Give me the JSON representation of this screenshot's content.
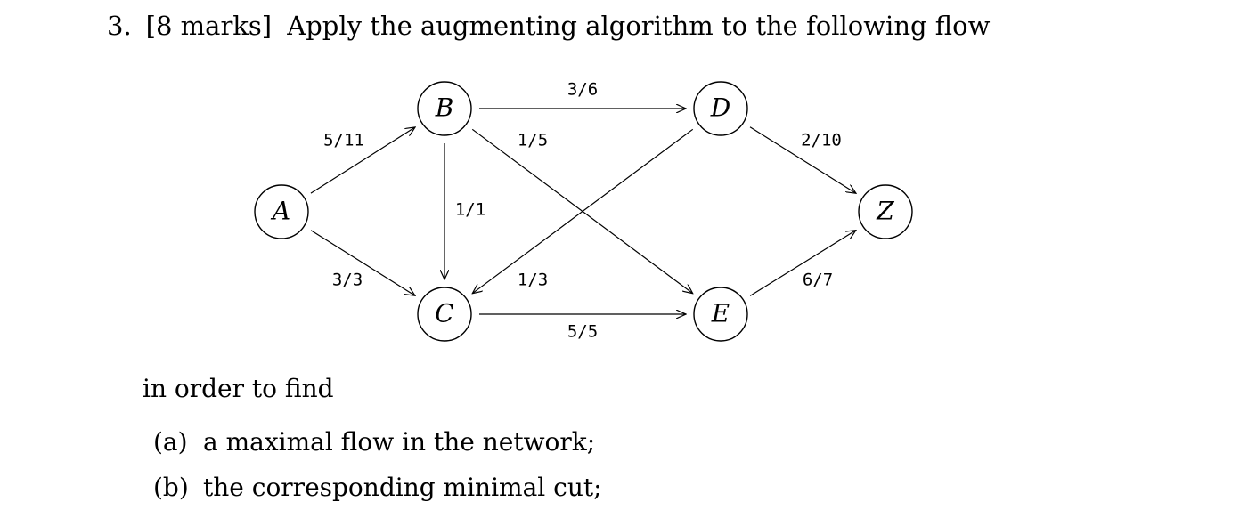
{
  "question": {
    "number": "3.",
    "marks": "[8 marks]",
    "prompt": "Apply the augmenting algorithm to the following flow",
    "intro": "in order to find",
    "parts": [
      {
        "tag": "(a)",
        "text": "a maximal flow in the network;"
      },
      {
        "tag": "(b)",
        "text": "the corresponding minimal cut;"
      }
    ]
  },
  "graph": {
    "nodes": [
      {
        "id": "A",
        "label": "A"
      },
      {
        "id": "B",
        "label": "B"
      },
      {
        "id": "C",
        "label": "C"
      },
      {
        "id": "D",
        "label": "D"
      },
      {
        "id": "E",
        "label": "E"
      },
      {
        "id": "Z",
        "label": "Z"
      }
    ],
    "edges": [
      {
        "from": "A",
        "to": "B",
        "flow": 5,
        "capacity": 11,
        "label": "5/11"
      },
      {
        "from": "A",
        "to": "C",
        "flow": 3,
        "capacity": 3,
        "label": "3/3"
      },
      {
        "from": "B",
        "to": "D",
        "flow": 3,
        "capacity": 6,
        "label": "3/6"
      },
      {
        "from": "B",
        "to": "C",
        "flow": 1,
        "capacity": 1,
        "label": "1/1"
      },
      {
        "from": "B",
        "to": "E",
        "flow": 1,
        "capacity": 5,
        "label": "1/5"
      },
      {
        "from": "D",
        "to": "C",
        "flow": 1,
        "capacity": 3,
        "label": "1/3"
      },
      {
        "from": "C",
        "to": "E",
        "flow": 5,
        "capacity": 5,
        "label": "5/5"
      },
      {
        "from": "D",
        "to": "Z",
        "flow": 2,
        "capacity": 10,
        "label": "2/10"
      },
      {
        "from": "E",
        "to": "Z",
        "flow": 6,
        "capacity": 7,
        "label": "6/7"
      }
    ]
  }
}
